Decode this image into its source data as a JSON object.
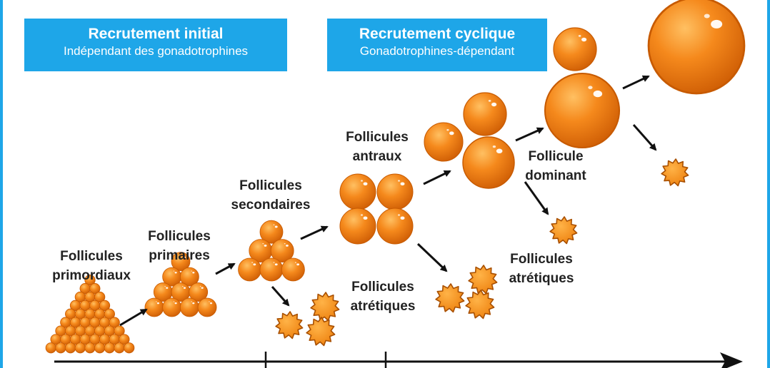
{
  "banners": {
    "initial": {
      "title": "Recrutement initial",
      "subtitle": "Indépendant des gonadotrophines"
    },
    "cyclic": {
      "title": "Recrutement cyclique",
      "subtitle": "Gonadotrophines-dépendant"
    }
  },
  "stages": {
    "primordial": [
      "Follicules",
      "primordiaux"
    ],
    "primary": [
      "Follicules",
      "primaires"
    ],
    "secondary": [
      "Follicules",
      "secondaires"
    ],
    "antral": [
      "Follicules",
      "antraux"
    ],
    "dominant": [
      "Follicule",
      "dominant"
    ],
    "atretic_1": [
      "Follicules",
      "atrétiques"
    ],
    "atretic_2": [
      "Follicules",
      "atrétiques"
    ]
  },
  "colors": {
    "banner": "#1ea6e8",
    "follicle": "#f5891c",
    "follicle_dark": "#cf5e05",
    "follicle_light": "#ffc062",
    "outline": "#c75a00",
    "arrow": "#111111"
  }
}
